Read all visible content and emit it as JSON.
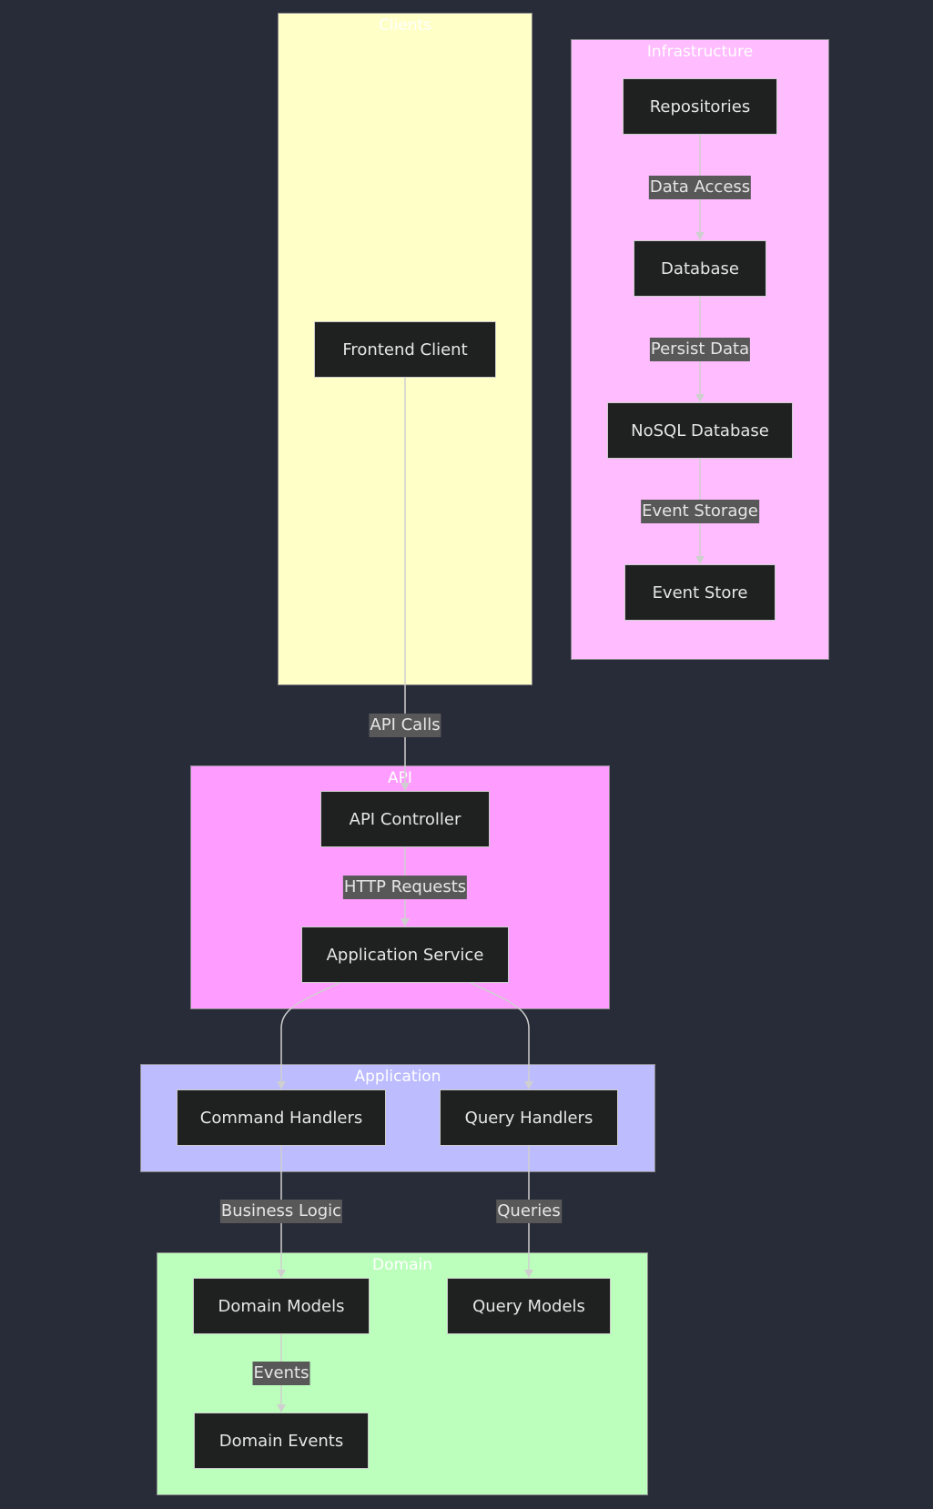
{
  "clusters": {
    "clients": "Clients",
    "infrastructure": "Infrastructure",
    "api": "API",
    "application": "Application",
    "domain": "Domain"
  },
  "nodes": {
    "frontend_client": "Frontend Client",
    "repositories": "Repositories",
    "database": "Database",
    "nosql_database": "NoSQL Database",
    "event_store": "Event Store",
    "api_controller": "API Controller",
    "application_service": "Application Service",
    "command_handlers": "Command Handlers",
    "query_handlers": "Query Handlers",
    "domain_models": "Domain Models",
    "query_models": "Query Models",
    "domain_events": "Domain Events"
  },
  "edges": {
    "api_calls": "API Calls",
    "http_requests": "HTTP Requests",
    "business_logic": "Business Logic",
    "queries": "Queries",
    "events": "Events",
    "data_access": "Data Access",
    "persist_data": "Persist Data",
    "event_storage": "Event Storage"
  },
  "colors": {
    "background": "#282c39",
    "clients": "#ffffc8",
    "infrastructure": "#ffbcff",
    "api": "#ff9cff",
    "application": "#bcbcff",
    "domain": "#bcffbc",
    "node_fill": "#1f2020",
    "edge_label_bg": "#585858"
  }
}
